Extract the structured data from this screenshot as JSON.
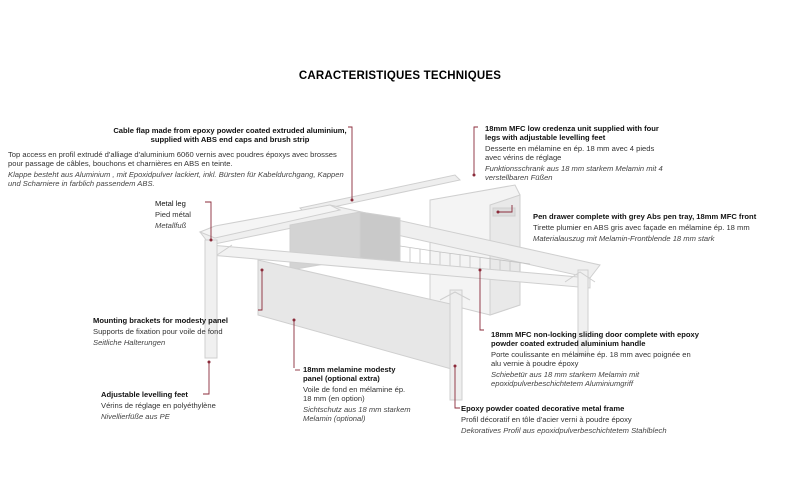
{
  "title": "CARACTERISTIQUES TECHNIQUES",
  "colors": {
    "leader_line": "#8b2b3a",
    "frame": "#d9d9d9",
    "panel": "#e6e6e6",
    "text": "#1a1a1a"
  },
  "annotations": {
    "cable_flap": {
      "en": "Cable flap made from epoxy powder coated extruded aluminium, supplied with ABS end caps and brush strip",
      "fr": "Top access en profil extrudé d'alliage d'aluminium 6060 vernis avec poudres époxys avec brosses pour passage de câbles, bouchons et charnières en ABS en teinte.",
      "de": "Klappe besteht aus Aluminium , mit Epoxidpulver lackiert, inkl. Bürsten für Kabeldurchgang, Kappen und Scharniere in farblich passendem ABS."
    },
    "credenza": {
      "en": "18mm MFC low credenza unit supplied with four legs with adjustable levelling feet",
      "fr": "Desserte en mélamine en ép. 18 mm avec 4 pieds avec vérins de réglage",
      "de": "Funktionsschrank aus 18 mm starkem Melamin mit 4 verstellbaren Füßen"
    },
    "metal_leg": {
      "en": "Metal leg",
      "fr": "Pied métal",
      "de": "Metallfuß"
    },
    "pen_drawer": {
      "en": "Pen drawer complete with grey Abs pen tray, 18mm MFC front",
      "fr": "Tirette plumier en ABS gris avec façade en mélamine ép. 18 mm",
      "de": "Materialauszug mit Melamin-Frontblende 18 mm stark"
    },
    "mounting_brackets": {
      "en": "Mounting brackets for modesty panel",
      "fr": "Supports de fixation pour voile de fond",
      "de": "Seitliche Halterungen"
    },
    "sliding_door": {
      "en": "18mm MFC non-locking sliding door complete with epoxy powder coated extruded aluminium handle",
      "fr": "Porte coulissante en mélamine ép. 18 mm avec poignée en alu vernie à poudre époxy",
      "de": "Schiebetür aus 18 mm starkem Melamin mit epoxidpulverbeschichtetem Aluminiumgriff"
    },
    "modesty_panel": {
      "en": "18mm melamine modesty panel (optional extra)",
      "fr": "Voile de fond en mélamine ép. 18 mm (en option)",
      "de": "Sichtschutz aus 18 mm starkem Melamin (optional)"
    },
    "levelling_feet": {
      "en": "Adjustable levelling feet",
      "fr": "Vérins de réglage en polyéthylène",
      "de": "Nivellierfüße aus PE"
    },
    "decorative_frame": {
      "en": "Epoxy powder coated decorative metal frame",
      "fr": "Profil décoratif en tôle d'acier verni à poudre époxy",
      "de": "Dekoratives Profil aus epoxidpulverbeschichtetem Stahlblech"
    }
  }
}
